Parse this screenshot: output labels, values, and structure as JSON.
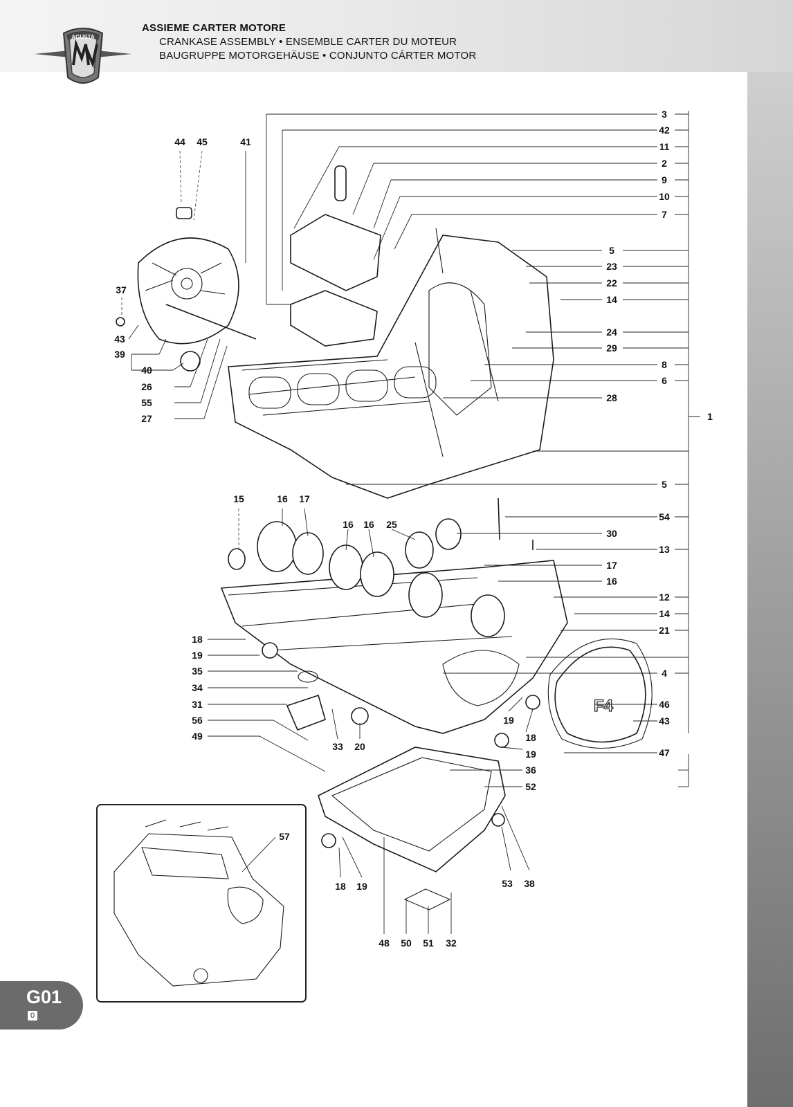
{
  "header": {
    "title_main": "ASSIEME CARTER MOTORE",
    "title_sub1": "CRANKASE ASSEMBLY • ENSEMBLE CARTER DU MOTEUR",
    "title_sub2": "BAUGRUPPE MOTORGEHÄUSE • CONJUNTO CÁRTER MOTOR",
    "logo_text": "AGUSTA",
    "logo_icon": "mv-agusta-logo-icon"
  },
  "callouts": {
    "c3": "3",
    "c42": "42",
    "c11": "11",
    "c2": "2",
    "c9": "9",
    "c10": "10",
    "c7": "7",
    "c5a": "5",
    "c23": "23",
    "c22": "22",
    "c14a": "14",
    "c24": "24",
    "c29": "29",
    "c8": "8",
    "c6": "6",
    "c28": "28",
    "c1": "1",
    "c5b": "5",
    "c54": "54",
    "c30": "30",
    "c13": "13",
    "c17b": "17",
    "c16e": "16",
    "c12": "12",
    "c14b": "14",
    "c21": "21",
    "c4": "4",
    "c46": "46",
    "c43b": "43",
    "c47": "47",
    "c36": "36",
    "c52": "52",
    "c44": "44",
    "c45": "45",
    "c41": "41",
    "c37": "37",
    "c43a": "43",
    "c39": "39",
    "c40": "40",
    "c26": "26",
    "c55": "55",
    "c27": "27",
    "c15": "15",
    "c16a": "16",
    "c17a": "17",
    "c16b": "16",
    "c16c": "16",
    "c25": "25",
    "c18a": "18",
    "c19a": "19",
    "c35": "35",
    "c34": "34",
    "c31": "31",
    "c56": "56",
    "c49": "49",
    "c33": "33",
    "c20": "20",
    "c19b": "19",
    "c18b": "18",
    "c19c": "19",
    "c18c": "18",
    "c19d": "19",
    "c53": "53",
    "c38": "38",
    "c48": "48",
    "c50": "50",
    "c51": "51",
    "c32": "32",
    "c57": "57"
  },
  "emblem_text": "F4",
  "badge": {
    "code": "G01",
    "revision": "0"
  }
}
